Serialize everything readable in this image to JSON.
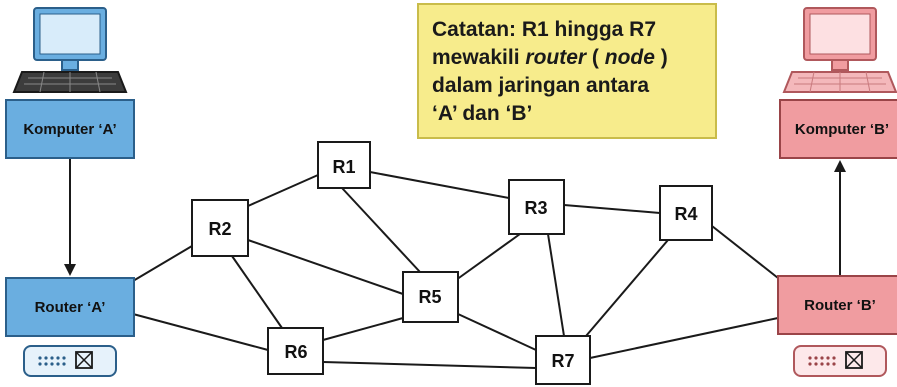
{
  "note": {
    "line1": "Catatan: R1 hingga R7",
    "line2_pre": "mewakili ",
    "line2_em1": "router",
    "line2_mid": " ( ",
    "line2_em2": "node",
    "line2_post": " )",
    "line3": "dalam jaringan antara",
    "line4": "‘A’ dan ‘B’"
  },
  "computer_a": {
    "label": "Komputer ‘A’"
  },
  "computer_b": {
    "label": "Komputer ‘B’"
  },
  "router_a": {
    "label": "Router ‘A’"
  },
  "router_b": {
    "label": "Router ‘B’"
  },
  "nodes": {
    "r1": "R1",
    "r2": "R2",
    "r3": "R3",
    "r4": "R4",
    "r5": "R5",
    "r6": "R6",
    "r7": "R7"
  },
  "colors": {
    "blue_fill": "#6aaee0",
    "blue_stroke": "#2b5f8a",
    "pink_fill": "#f09ca0",
    "pink_stroke": "#9a4448",
    "note_fill": "#f7ec8c",
    "note_stroke": "#c9bc4a",
    "line": "#1a1a1a"
  }
}
